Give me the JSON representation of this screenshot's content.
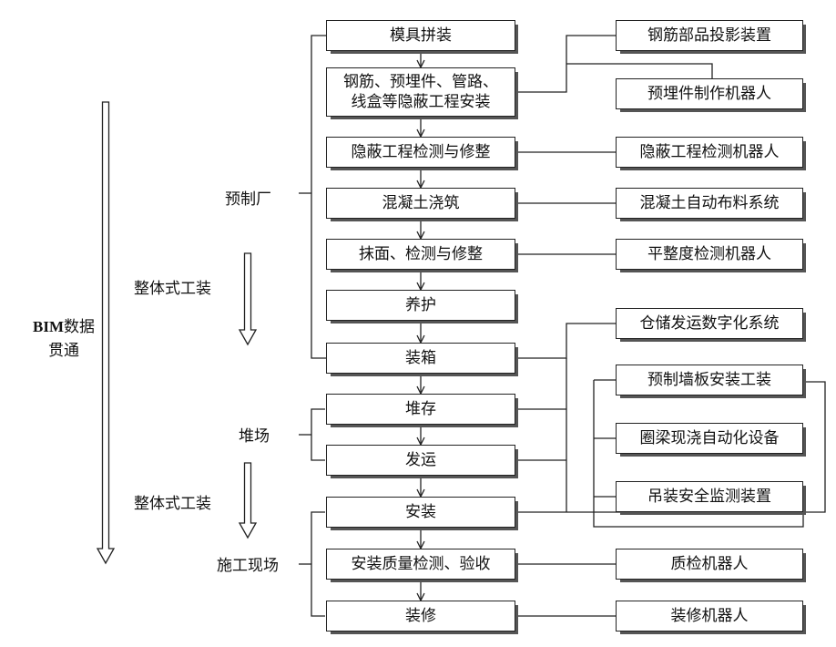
{
  "process_steps": [
    "模具拼装",
    "钢筋、预埋件、管路、\n线盒等隐蔽工程安装",
    "隐蔽工程检测与修整",
    "混凝土浇筑",
    "抹面、检测与修整",
    "养护",
    "装箱",
    "堆存",
    "发运",
    "安装",
    "安装质量检测、验收",
    "装修"
  ],
  "equipment": [
    "钢筋部品投影装置",
    "预埋件制作机器人",
    "隐蔽工程检测机器人",
    "混凝土自动布料系统",
    "平整度检测机器人",
    "仓储发运数字化系统",
    "预制墙板安装工装",
    "圈梁现浇自动化设备",
    "吊装安全监测装置",
    "质检机器人",
    "装修机器人"
  ],
  "stage_labels": {
    "factory": "预制厂",
    "yard": "堆场",
    "site": "施工现场"
  },
  "tooling_labels": {
    "upper": "整体式工装",
    "lower": "整体式工装"
  },
  "bim": {
    "line1_bold": "BIM",
    "line1_rest": "数据",
    "line2": "贯通"
  }
}
